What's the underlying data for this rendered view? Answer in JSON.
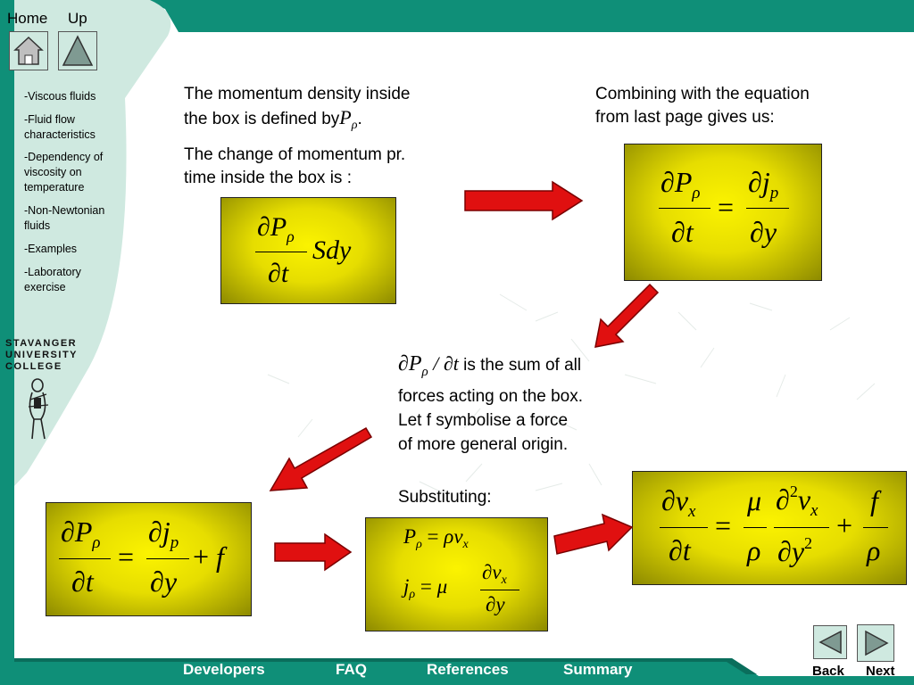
{
  "nav": {
    "home": "Home",
    "up": "Up"
  },
  "menu": [
    "-Viscous fluids",
    "-Fluid flow characteristics",
    "-Dependency of viscosity on temperature",
    "-Non-Newtonian fluids",
    "-Examples",
    "-Laboratory exercise"
  ],
  "logo": {
    "line1": "STAVANGER",
    "line2": "UNIVERSITY",
    "line3": "COLLEGE"
  },
  "text": {
    "momentum_density_a": "The momentum density inside",
    "momentum_density_b": "the box is defined by",
    "change_a": "The change of momentum pr.",
    "change_b": "time inside the box is :",
    "combining_a": "Combining with the equation",
    "combining_b": "from last page gives us:",
    "sum_a": "is the sum of all",
    "sum_b": "forces acting on the box.",
    "sum_c": "Let f symbolise a force",
    "sum_d": "of more general origin.",
    "substituting": "Substituting:"
  },
  "footer": {
    "developers": "Developers",
    "faq": "FAQ",
    "references": "References",
    "summary": "Summary",
    "back": "Back",
    "next": "Next"
  },
  "colors": {
    "teal": "#0f8f78",
    "pale_teal": "#cfe9e0",
    "box_yellow": "#e6dd00",
    "arrow_red": "#e01010"
  }
}
